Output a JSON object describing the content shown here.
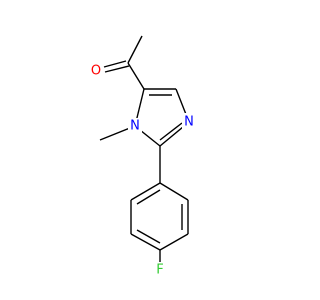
{
  "molecule": {
    "atoms": {
      "oxygen": {
        "symbol": "O",
        "color": "#ff0000"
      },
      "nitrogen_ring": {
        "symbol": "N",
        "color": "#0000ff"
      },
      "nitrogen_methyl": {
        "symbol": "N",
        "color": "#0000ff"
      },
      "fluorine": {
        "symbol": "F",
        "color": "#33cc33"
      }
    },
    "bond_color": "#000000"
  }
}
